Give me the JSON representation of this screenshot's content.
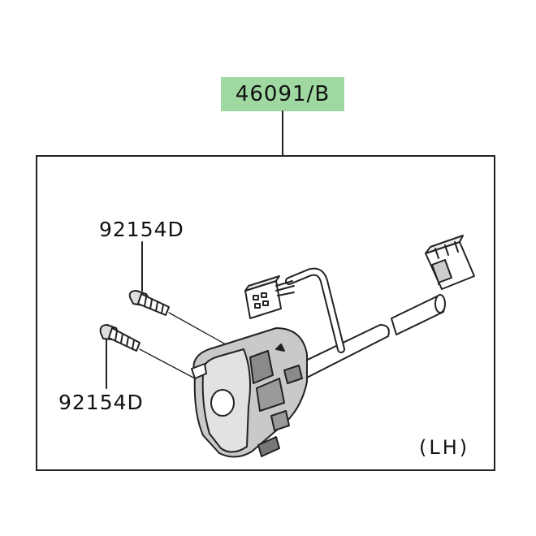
{
  "diagram": {
    "assembly_part_number": "46091/B",
    "callouts": [
      {
        "part_number": "92154D"
      },
      {
        "part_number": "92154D"
      }
    ],
    "side_label": "(LH)"
  },
  "colors": {
    "tag_highlight": "#9fd8a1",
    "line": "#222222"
  }
}
